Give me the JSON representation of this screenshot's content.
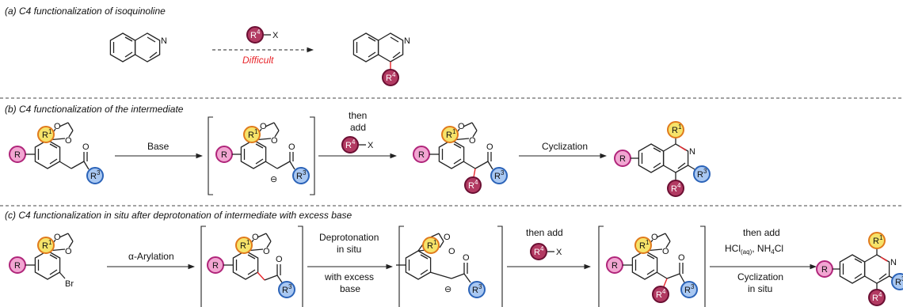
{
  "sections": {
    "a": "(a) C4 functionalization of isoquinoline",
    "b": "(b) C4 functionalization of the intermediate",
    "c": "(c) C4 functionalization in situ after deprotonation of intermediate with excess base"
  },
  "reagent": {
    "r4x_x": "X"
  },
  "a_arrow": {
    "below": "Difficult"
  },
  "b_arrows": {
    "base": "Base",
    "then": "then",
    "add": "add",
    "cyclization": "Cyclization"
  },
  "c_arrows": {
    "arylation": "α-Arylation",
    "deprot_1": "Deprotonation",
    "deprot_2": "in situ",
    "deprot_3": "with excess",
    "deprot_4": "base",
    "then_add": "then add",
    "then_add2": "then add",
    "hcl": "HCl",
    "aq": "(aq)",
    "nh4cl": ", NH",
    "nh4cl_sub": "4",
    "cl": "Cl",
    "cycl_1": "Cyclization",
    "cycl_2": "in situ"
  },
  "atoms": {
    "N": "N",
    "O": "O",
    "Br": "Br",
    "minus": "⊖"
  },
  "substituents": {
    "R": "R",
    "R1": "R",
    "R1_sup": "1",
    "R3": "R",
    "R3_sup": "3",
    "R4": "R",
    "R4_sup": "4"
  },
  "colors": {
    "R_fill": "#f2a6d2",
    "R_stroke": "#b0257a",
    "R1_fill": "#f6e36a",
    "R1_stroke": "#e07a1c",
    "R3_fill": "#a9c8f2",
    "R3_stroke": "#2b63b8",
    "R4_fill": "#b23a62",
    "R4_stroke": "#6b0f33",
    "accent_red": "#e8262b"
  }
}
